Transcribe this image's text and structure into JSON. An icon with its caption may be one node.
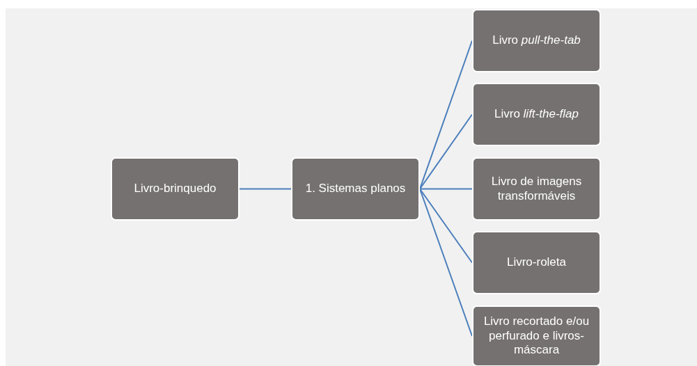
{
  "diagram": {
    "nodes": [
      {
        "text": [
          "Livro-brinquedo"
        ]
      },
      {
        "text": [
          "1. Sistemas planos"
        ]
      },
      {
        "text": [
          "Livro *pull-the-tab*"
        ]
      },
      {
        "text": [
          "Livro *lift-the-flap*"
        ]
      },
      {
        "text": [
          "Livro de imagens transformáveis"
        ]
      },
      {
        "text": [
          "Livro-roleta"
        ]
      },
      {
        "text": [
          "Livro recortado e/ou perfurado e livros-máscara"
        ]
      }
    ],
    "edges": [
      {
        "from": 0,
        "to": 1,
        "arrow": "none"
      },
      {
        "from": 1,
        "to": 2,
        "arrow": "none"
      },
      {
        "from": 1,
        "to": 3,
        "arrow": "none"
      },
      {
        "from": 1,
        "to": 4,
        "arrow": "none"
      },
      {
        "from": 1,
        "to": 5,
        "arrow": "none"
      },
      {
        "from": 1,
        "to": 6,
        "arrow": "none"
      }
    ]
  }
}
